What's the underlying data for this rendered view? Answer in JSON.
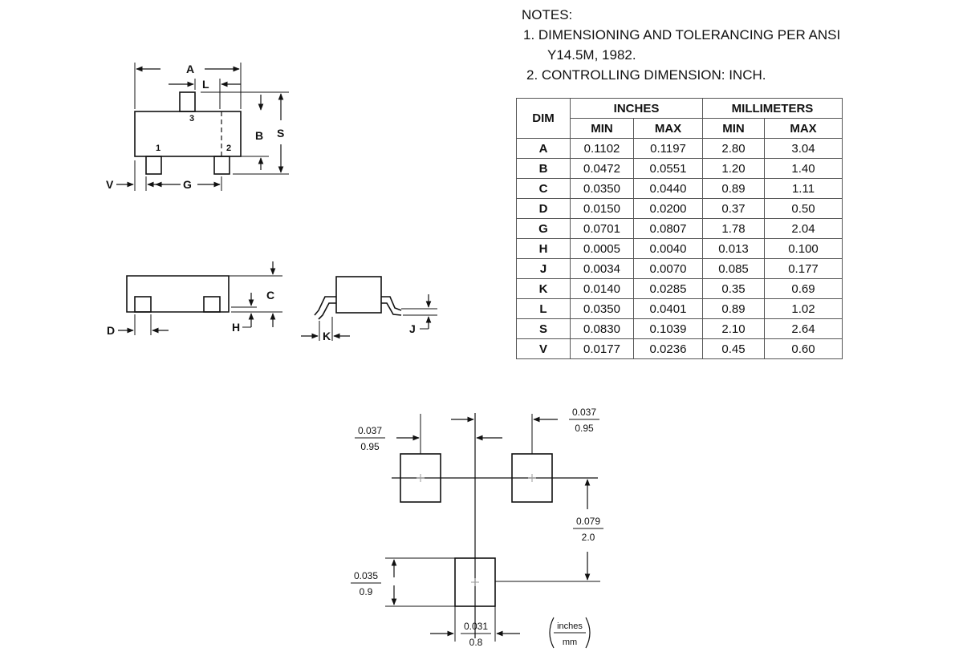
{
  "notes": {
    "title": "NOTES:",
    "items": [
      "1.   DIMENSIONING AND TOLERANCING PER ANSI",
      "Y14.5M, 1982.",
      "2. CONTROLLING DIMENSION: INCH."
    ]
  },
  "table": {
    "dim_header": "DIM",
    "inches_header": "INCHES",
    "mm_header": "MILLIMETERS",
    "sub_headers": [
      "MIN",
      "MAX",
      "MIN",
      "MAX"
    ],
    "rows": [
      [
        "A",
        "0.1102",
        "0.1197",
        "2.80",
        "3.04"
      ],
      [
        "B",
        "0.0472",
        "0.0551",
        "1.20",
        "1.40"
      ],
      [
        "C",
        "0.0350",
        "0.0440",
        "0.89",
        "1.11"
      ],
      [
        "D",
        "0.0150",
        "0.0200",
        "0.37",
        "0.50"
      ],
      [
        "G",
        "0.0701",
        "0.0807",
        "1.78",
        "2.04"
      ],
      [
        "H",
        "0.0005",
        "0.0040",
        "0.013",
        "0.100"
      ],
      [
        "J",
        "0.0034",
        "0.0070",
        "0.085",
        "0.177"
      ],
      [
        "K",
        "0.0140",
        "0.0285",
        "0.35",
        "0.69"
      ],
      [
        "L",
        "0.0350",
        "0.0401",
        "0.89",
        "1.02"
      ],
      [
        "S",
        "0.0830",
        "0.1039",
        "2.10",
        "2.64"
      ],
      [
        "V",
        "0.0177",
        "0.0236",
        "0.45",
        "0.60"
      ]
    ]
  },
  "top_view": {
    "labels": {
      "A": "A",
      "L": "L",
      "B": "B",
      "S": "S",
      "V": "V",
      "G": "G"
    },
    "pins": {
      "p1": "1",
      "p2": "2",
      "p3": "3"
    }
  },
  "side_view": {
    "labels": {
      "C": "C",
      "D": "D",
      "H": "H"
    }
  },
  "end_view": {
    "labels": {
      "K": "K",
      "J": "J"
    }
  },
  "footprint": {
    "pad_width_left": {
      "inch": "0.037",
      "mm": "0.95"
    },
    "pad_width_right": {
      "inch": "0.037",
      "mm": "0.95"
    },
    "pitch_vertical": {
      "inch": "0.079",
      "mm": "2.0"
    },
    "pad_height": {
      "inch": "0.035",
      "mm": "0.9"
    },
    "pad_width_bottom": {
      "inch": "0.031",
      "mm": "0.8"
    },
    "unit_legend": {
      "top": "inches",
      "bottom": "mm"
    }
  }
}
